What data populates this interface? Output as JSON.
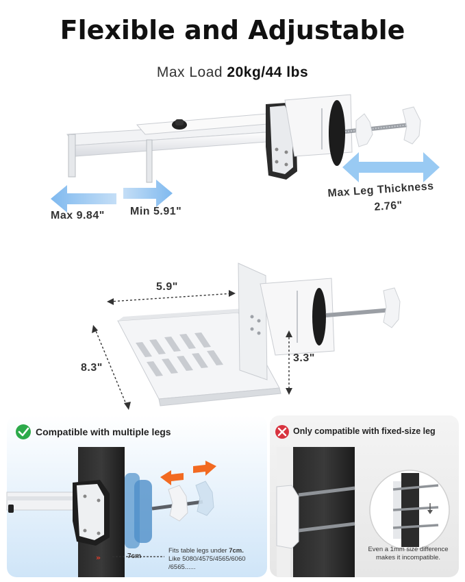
{
  "header": {
    "title": "Flexible and Adjustable",
    "load_prefix": "Max Load ",
    "load_value": "20kg/44 lbs"
  },
  "top_dimensions": {
    "max_extend": "Max  9.84\"",
    "min_extend": "Min  5.91\"",
    "leg_thickness_label": "Max Leg Thickness",
    "leg_thickness_value": "2.76\""
  },
  "tray_dimensions": {
    "width": "5.9\"",
    "depth": "8.3\"",
    "height": "3.3\""
  },
  "compatible_panel": {
    "title": "Compatible with multiple legs",
    "gap_label": "7cm",
    "note_line1_prefix": "Fits table legs under ",
    "note_line1_value": "7cm.",
    "note_line2": "Like 5080/4575/4565/6060",
    "note_line3": "/6565......"
  },
  "incompatible_panel": {
    "title": "Only compatible with fixed-size leg",
    "note_line1": "Even a 1mm size difference",
    "note_line2": "makes it incompatible."
  },
  "colors": {
    "accent_blue": "#8ec4f2",
    "check_green": "#2daa4a",
    "cross_red": "#d8333f",
    "arrow_orange": "#f26a21"
  },
  "icons": {
    "check": "check-circle-icon",
    "cross": "cross-circle-icon"
  }
}
